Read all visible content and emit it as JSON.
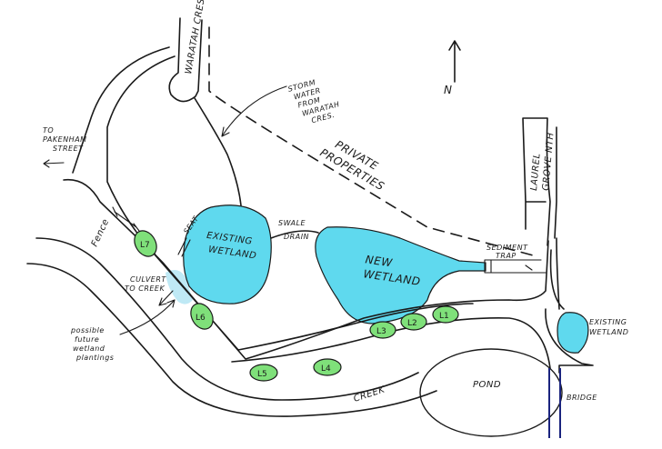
{
  "title": "Wetland concept sketch",
  "colors": {
    "water": "#5fd9ee",
    "planting": "#7fe07a",
    "culvert": "#bfe9f5",
    "bridge": "#1a237e"
  },
  "north_label": "N",
  "labels": {
    "waratah": "WARATAH CRES",
    "storm_water": [
      "STORM",
      "WATER",
      "FROM",
      "WARATAH",
      "CRES."
    ],
    "private": [
      "PRIVATE",
      "PROPERTIES"
    ],
    "pakenham": [
      "TO",
      "PAKENHAM",
      "STREET"
    ],
    "fence": "Fence",
    "seat": "SEAT",
    "existing_wetland": [
      "EXISTING",
      "WETLAND"
    ],
    "swale": [
      "SWALE",
      "DRAIN"
    ],
    "new_wetland": [
      "NEW",
      "WETLAND"
    ],
    "sediment": [
      "SEDIMENT",
      "TRAP"
    ],
    "laurel": [
      "LAUREL",
      "GROVE NTH"
    ],
    "culvert": [
      "CULVERT",
      "TO CREEK"
    ],
    "plantings": [
      "possible",
      "future",
      "wetland",
      "plantings"
    ],
    "creek": "CREEK",
    "pond": "POND",
    "bridge": "BRIDGE",
    "existing_wetland_east": [
      "EXISTING",
      "WETLAND"
    ]
  },
  "plantings": [
    "L1",
    "L2",
    "L3",
    "L4",
    "L5",
    "L6",
    "L7"
  ]
}
